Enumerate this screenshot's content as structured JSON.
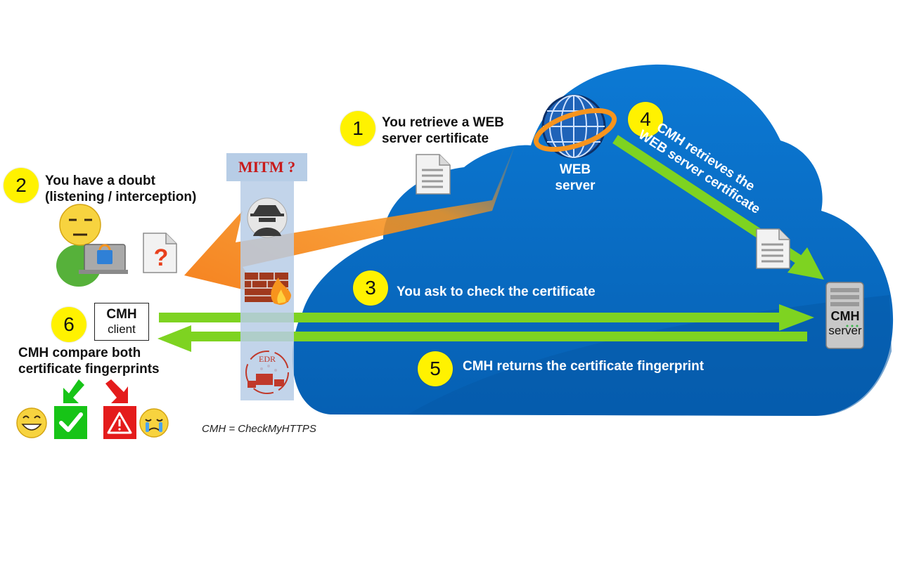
{
  "steps": {
    "s1": {
      "number": "1",
      "text1": "You retrieve a WEB",
      "text2": "server certificate"
    },
    "s2": {
      "number": "2",
      "text1": "You have a doubt",
      "text2": "(listening / interception)"
    },
    "s3": {
      "number": "3",
      "text": "You ask to check the certificate"
    },
    "s4": {
      "number": "4",
      "text1": "CMH retrieves the",
      "text2": "WEB server certificate"
    },
    "s5": {
      "number": "5",
      "text": "CMH returns the certificate fingerprint"
    },
    "s6": {
      "number": "6",
      "text1": "CMH compare both",
      "text2": "certificate fingerprints"
    }
  },
  "mitm": {
    "label": "MITM ?",
    "edr_label": "EDR"
  },
  "web_server": {
    "line1": "WEB",
    "line2": "server"
  },
  "cmh_client": {
    "line1": "CMH",
    "line2": "client"
  },
  "cmh_server": {
    "line1": "CMH",
    "line2": "server"
  },
  "footnote": "CMH = CheckMyHTTPS",
  "colors": {
    "cloud": "#0a6fc7",
    "badge": "#fff200",
    "green_arrow": "#7ed321",
    "orange_arrow": "#f7941d",
    "ok": "#17c417",
    "alert": "#e41b1b"
  }
}
